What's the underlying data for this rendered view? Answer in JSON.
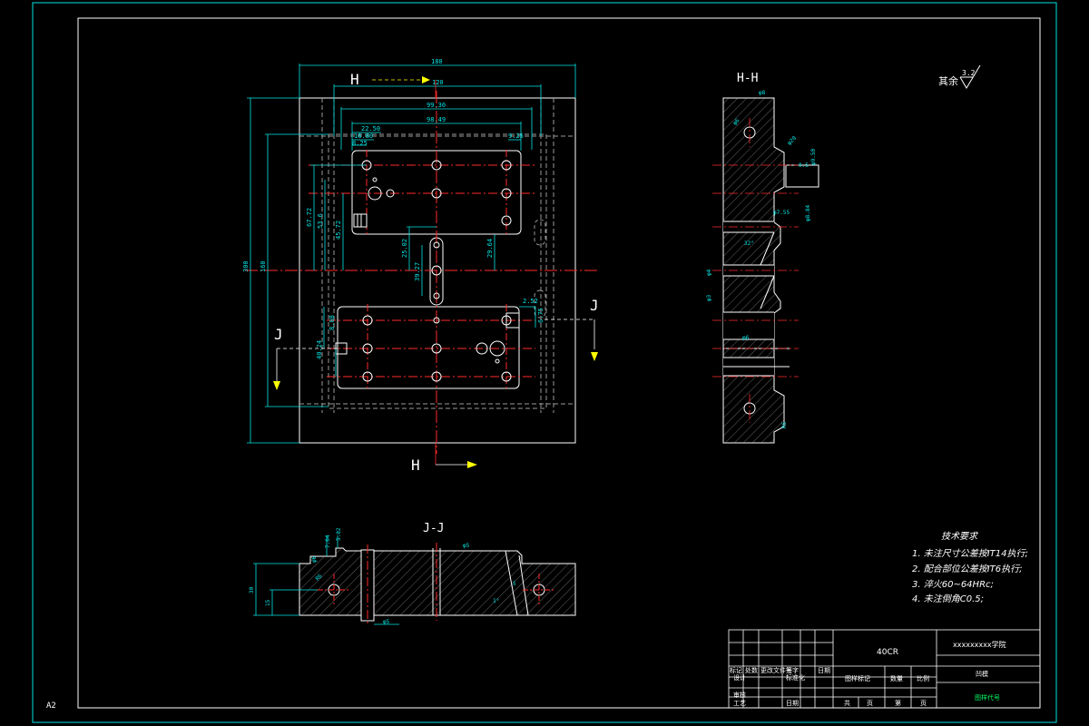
{
  "sheet": {
    "size_label": "A2"
  },
  "colors": {
    "background": "#000000",
    "frame": "#00e5e5",
    "outline": "#ffffff",
    "dimension": "#00e5e5",
    "centerline": "#ff2a2a",
    "hidden": "#9a9a9a",
    "section_arrow": "#ffff00",
    "note": "#ffffff",
    "green": "#00ff66"
  },
  "views": {
    "top": {
      "cut_h": "H",
      "cut_j": "J",
      "dims": {
        "overall_w": "180",
        "inner_w": "120",
        "hole_w1": "99.30",
        "hole_w2": "98.49",
        "small1": "22.50",
        "small2": "16.80",
        "small3": "8.25",
        "small4": "9.25",
        "overall_h": "300",
        "inner_h": "160",
        "v1": "67.72",
        "v2": "53.6",
        "v3": "45.72",
        "v4": "25.02",
        "v5": "29.64",
        "v6": "39.27",
        "v7": "8.08",
        "v8": "40.24",
        "v9": "2.52",
        "v10": "6.75"
      }
    },
    "section_hh": {
      "title": "H-H",
      "dims": [
        "φ8",
        "φ6",
        "φ20",
        "0.5",
        "φ9.50",
        "φ7.55",
        "φ8.84",
        "32°",
        "φ4",
        "φ3",
        "φ6",
        "R5"
      ]
    },
    "section_jj": {
      "title": "J-J",
      "dims": [
        "7.64",
        "5.02",
        "φ6",
        "φ5",
        "R6",
        "30",
        "15",
        "φ5",
        "5",
        "1°"
      ]
    }
  },
  "roughness": {
    "prefix": "其余",
    "value": "3.2"
  },
  "notes": {
    "title": "技术要求",
    "items": [
      "1. 未注尺寸公差按IT14执行;",
      "2. 配合部位公差按IT6执行;",
      "3. 淬火60~64HRc;",
      "4. 未注倒角C0.5;"
    ]
  },
  "title_block": {
    "material": "40CR",
    "school": "xxxxxxxxx学院",
    "part_name": "凹模",
    "drawing_no": "图样代号",
    "labels": {
      "r1": [
        "标记",
        "处数",
        "更改文件号",
        "签字",
        "日期"
      ],
      "r2": [
        "设计",
        "",
        "标准化",
        "",
        ""
      ],
      "r3": [
        "审核",
        "",
        "",
        "",
        ""
      ],
      "r4": [
        "工艺",
        "",
        "日期",
        "",
        ""
      ],
      "mid": [
        "图样标记",
        "数量",
        "比例"
      ],
      "bottom": [
        "共",
        "页",
        "第",
        "页"
      ]
    }
  }
}
